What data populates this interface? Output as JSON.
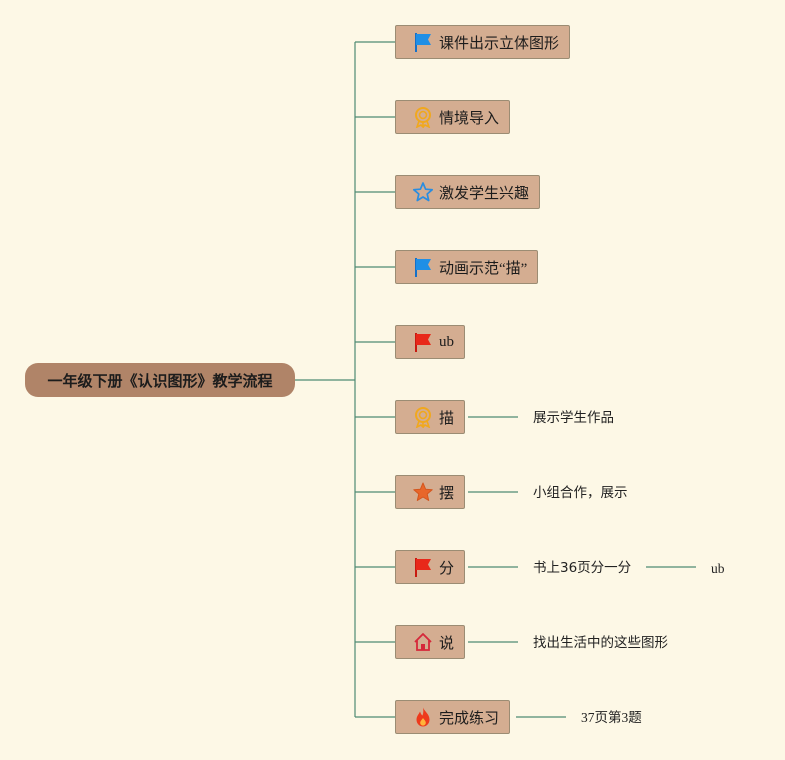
{
  "root": {
    "label": "一年级下册《认识图形》教学流程"
  },
  "colors": {
    "line": "#4f8a73",
    "node_fill": "#d4ad91",
    "root_fill": "#b08468",
    "background": "#fdf8e6"
  },
  "nodes": [
    {
      "label": "课件出示立体图形",
      "icon": "blue-flag-icon"
    },
    {
      "label": "情境导入",
      "icon": "orange-badge-icon"
    },
    {
      "label": "激发学生兴趣",
      "icon": "blue-star-outline-icon"
    },
    {
      "label": "动画示范“描”",
      "icon": "blue-flag-icon"
    },
    {
      "label": "ub",
      "icon": "red-flag-icon"
    },
    {
      "label": "描",
      "icon": "orange-badge-icon"
    },
    {
      "label": "摆",
      "icon": "orange-star-icon"
    },
    {
      "label": "分",
      "icon": "red-flag-icon"
    },
    {
      "label": "说",
      "icon": "house-icon"
    },
    {
      "label": "完成练习",
      "icon": "fire-icon"
    }
  ],
  "leaves": {
    "miao": "展示学生作品",
    "bai": "小组合作，展示",
    "fen": "书上36页分一分",
    "fen_sub": "ub",
    "shuo": "找出生活中的这些图形",
    "lianxi": "37页第3题"
  }
}
